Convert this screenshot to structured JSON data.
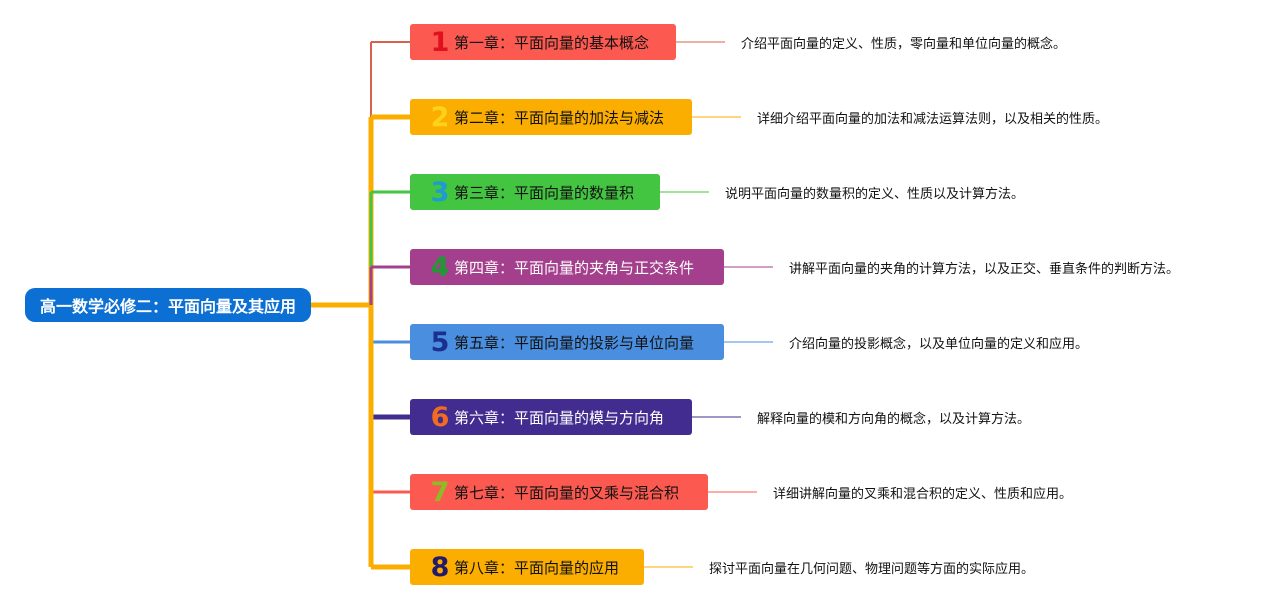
{
  "root": {
    "label": "高一数学必修二：平面向量及其应用"
  },
  "chapters": [
    {
      "num": "1",
      "label": "第一章：平面向量的基本概念",
      "desc": "介绍平面向量的定义、性质，零向量和单位向量的概念。",
      "bg": "#fc5a50",
      "numColor": "#e0101e"
    },
    {
      "num": "2",
      "label": "第二章：平面向量的加法与减法",
      "desc": "详细介绍平面向量的加法和减法运算法则，以及相关的性质。",
      "bg": "#fcae00",
      "numColor": "#ffd21a"
    },
    {
      "num": "3",
      "label": "第三章：平面向量的数量积",
      "desc": "说明平面向量的数量积的定义、性质以及计算方法。",
      "bg": "#44c542",
      "numColor": "#1d9bd3"
    },
    {
      "num": "4",
      "label": "第四章：平面向量的夹角与正交条件",
      "desc": "讲解平面向量的夹角的计算方法，以及正交、垂直条件的判断方法。",
      "bg": "#a33f8c",
      "numColor": "#1f9a33"
    },
    {
      "num": "5",
      "label": "第五章：平面向量的投影与单位向量",
      "desc": "介绍向量的投影概念，以及单位向量的定义和应用。",
      "bg": "#4a8fdf",
      "numColor": "#1a2f8f"
    },
    {
      "num": "6",
      "label": "第六章：平面向量的模与方向角",
      "desc": "解释向量的模和方向角的概念，以及计算方法。",
      "bg": "#432c8f",
      "numColor": "#f26b20"
    },
    {
      "num": "7",
      "label": "第七章：平面向量的叉乘与混合积",
      "desc": "详细讲解向量的叉乘和混合积的定义、性质和应用。",
      "bg": "#fc5a50",
      "numColor": "#8dbd26"
    },
    {
      "num": "8",
      "label": "第八章：平面向量的应用",
      "desc": "探讨平面向量在几何问题、物理问题等方面的实际应用。",
      "bg": "#fcae00",
      "numColor": "#231a6a"
    }
  ]
}
